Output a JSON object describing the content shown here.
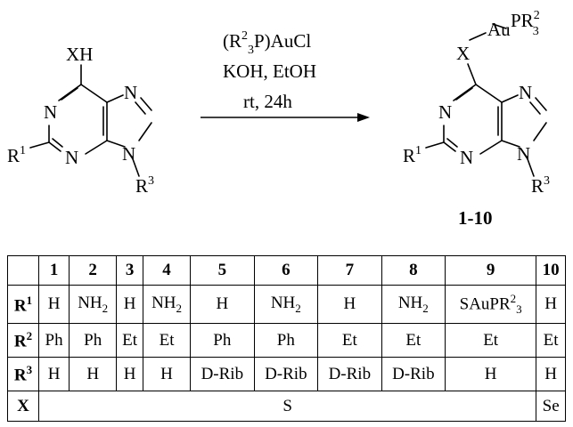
{
  "scheme": {
    "reactant_top": "XH",
    "n_atom": "N",
    "r1": "R",
    "r1_sup": "1",
    "r3": "R",
    "r3_sup": "3",
    "reagent_line1_a": "(R",
    "reagent_line1_sup": "2",
    "reagent_line1_b": "P)AuCl",
    "reagent_line1_sub": "3",
    "reagent_line2": "KOH, EtOH",
    "reagent_line3": "rt, 24h",
    "product_x": "X",
    "product_au": "Au",
    "product_pr": "PR",
    "product_pr_sup": "2",
    "product_pr_sub": "3",
    "product_label": "1-10"
  },
  "table": {
    "columns": [
      "1",
      "2",
      "3",
      "4",
      "5",
      "6",
      "7",
      "8",
      "9",
      "10"
    ],
    "rows": [
      {
        "label": "R",
        "sup": "1",
        "cells": [
          [
            "H"
          ],
          [
            "NH",
            "2"
          ],
          [
            "H"
          ],
          [
            "NH",
            "2"
          ],
          [
            "H"
          ],
          [
            "NH",
            "2"
          ],
          [
            "H"
          ],
          [
            "NH",
            "2"
          ],
          [
            "SAuPR",
            "2",
            "3"
          ],
          [
            "H"
          ]
        ]
      },
      {
        "label": "R",
        "sup": "2",
        "cells": [
          [
            "Ph"
          ],
          [
            "Ph"
          ],
          [
            "Et"
          ],
          [
            "Et"
          ],
          [
            "Ph"
          ],
          [
            "Ph"
          ],
          [
            "Et"
          ],
          [
            "Et"
          ],
          [
            "Et"
          ],
          [
            "Et"
          ]
        ]
      },
      {
        "label": "R",
        "sup": "3",
        "cells": [
          [
            "H"
          ],
          [
            "H"
          ],
          [
            "H"
          ],
          [
            "H"
          ],
          [
            "D-Rib"
          ],
          [
            "D-Rib"
          ],
          [
            "D-Rib"
          ],
          [
            "D-Rib"
          ],
          [
            "H"
          ],
          [
            "H"
          ]
        ]
      }
    ],
    "x_row": {
      "label": "X",
      "span_value": "S",
      "last_value": "Se"
    }
  }
}
